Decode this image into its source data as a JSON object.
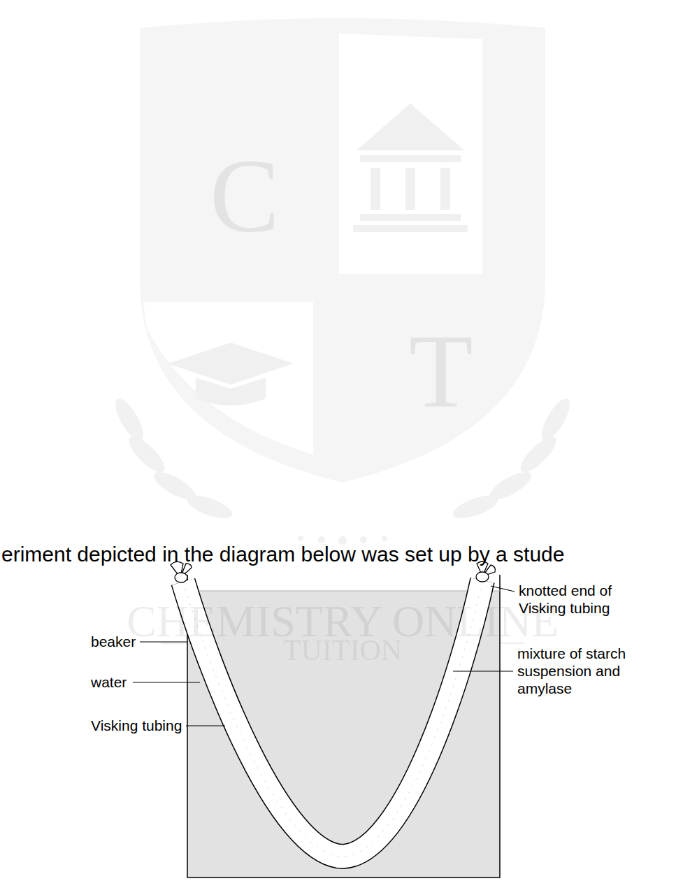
{
  "diagram": {
    "labels": [
      "C",
      "T",
      "CHEMISTRY ONLINE",
      "TUITION",
      "eriment depicted in the diagram below was set up by a stude",
      "knotted end of Visking tubing",
      "beaker",
      "water",
      "Visking tubing",
      "mixture of starch suspension and amylase"
    ]
  }
}
